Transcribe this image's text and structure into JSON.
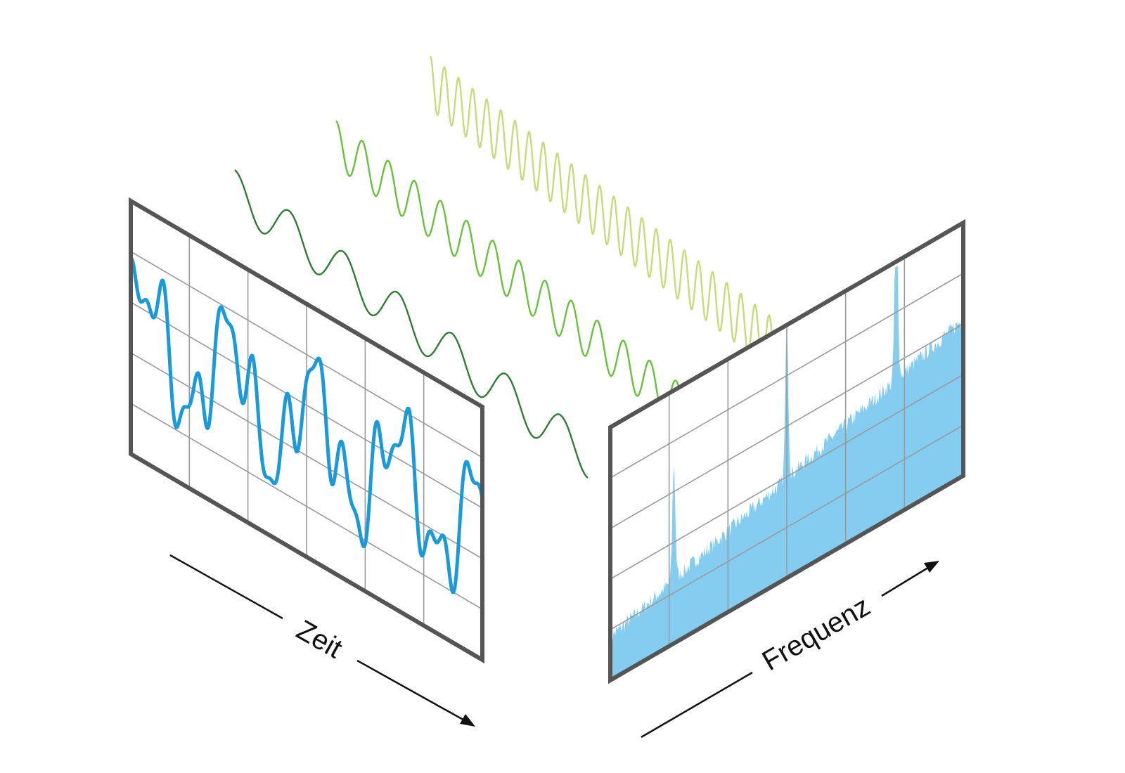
{
  "labels": {
    "time_axis": "Zeit",
    "frequency_axis": "Frequenz"
  },
  "colors": {
    "background": "#ffffff",
    "frame": "#555555",
    "grid": "#9a9a9a",
    "signal": "#1a9ad9",
    "spectrum_fill": "#84cdf0",
    "wave_low": "#2e7d32",
    "wave_mid": "#66c23a",
    "wave_high": "#c6dc7a",
    "arrow": "#111111"
  },
  "components": [
    {
      "name": "wave-low-frequency",
      "cycles": 6.5
    },
    {
      "name": "wave-mid-frequency",
      "cycles": 13.5
    },
    {
      "name": "wave-high-frequency",
      "cycles": 25
    }
  ],
  "spectrum_peaks": [
    {
      "name": "peak-1"
    },
    {
      "name": "peak-2"
    },
    {
      "name": "peak-3"
    }
  ]
}
